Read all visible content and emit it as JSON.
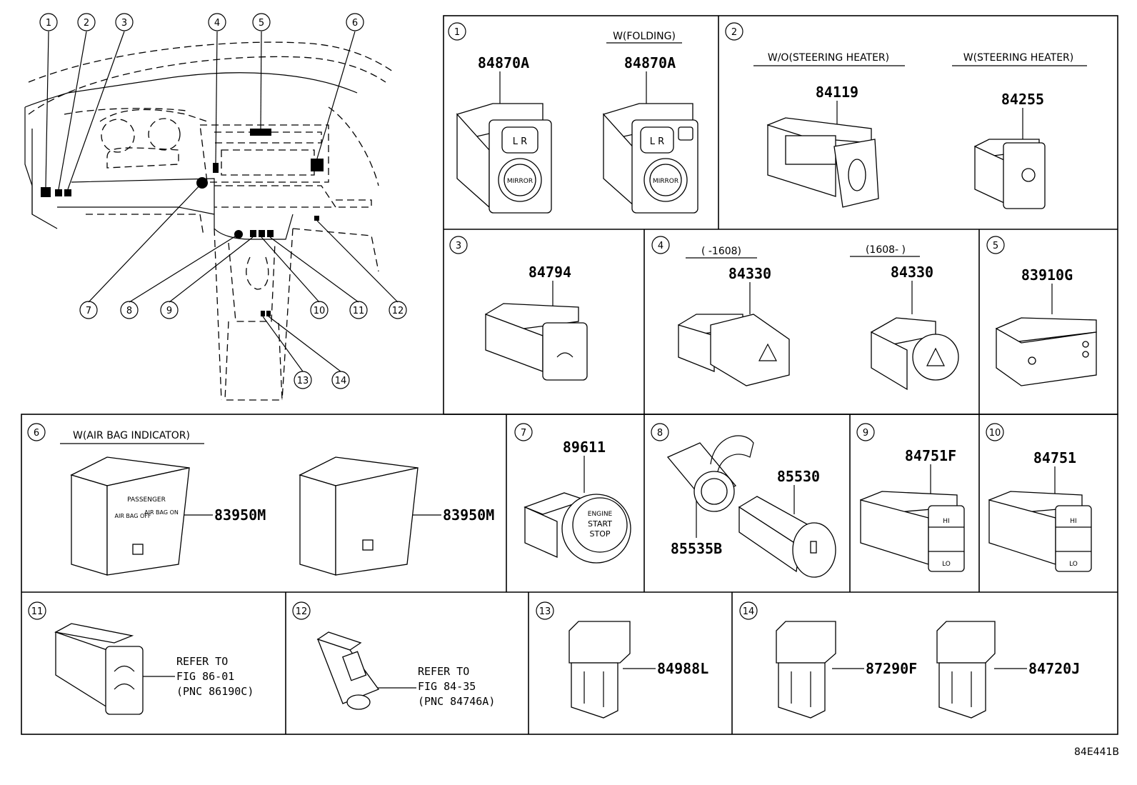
{
  "footer_code": "84E441B",
  "overview_callouts": [
    "1",
    "2",
    "3",
    "4",
    "5",
    "6",
    "7",
    "8",
    "9",
    "10",
    "11",
    "12",
    "13",
    "14"
  ],
  "panels": [
    {
      "index": "1",
      "variants": [
        {
          "condition": "",
          "part_number": "84870A"
        },
        {
          "condition": "W(FOLDING)",
          "part_number": "84870A"
        }
      ],
      "switch_text": {
        "lr": "L  R",
        "mirror": "MIRROR"
      }
    },
    {
      "index": "2",
      "variants": [
        {
          "condition": "W/O(STEERING HEATER)",
          "part_number": "84119"
        },
        {
          "condition": "W(STEERING HEATER)",
          "part_number": "84255"
        }
      ]
    },
    {
      "index": "3",
      "variants": [
        {
          "condition": "",
          "part_number": "84794"
        }
      ]
    },
    {
      "index": "4",
      "variants": [
        {
          "condition": "(      -1608)",
          "part_number": "84330"
        },
        {
          "condition": "(1608-      )",
          "part_number": "84330"
        }
      ]
    },
    {
      "index": "5",
      "variants": [
        {
          "condition": "",
          "part_number": "83910G"
        }
      ]
    },
    {
      "index": "6",
      "variants": [
        {
          "condition": "W(AIR BAG INDICATOR)",
          "part_number": "83950M"
        },
        {
          "condition": "",
          "part_number": "83950M"
        }
      ],
      "indicator_text": {
        "passenger": "PASSENGER",
        "airbag_off": "AIR BAG OFF",
        "airbag_on": "AIR BAG ON"
      }
    },
    {
      "index": "7",
      "variants": [
        {
          "condition": "",
          "part_number": "89611"
        }
      ],
      "button_text": {
        "line1": "ENGINE",
        "line2": "START",
        "line3": "STOP"
      }
    },
    {
      "index": "8",
      "variants": [
        {
          "condition": "",
          "part_number": "85530"
        },
        {
          "condition": "",
          "part_number": "85535B"
        }
      ]
    },
    {
      "index": "9",
      "variants": [
        {
          "condition": "",
          "part_number": "84751F"
        }
      ],
      "switch_text": {
        "hi": "HI",
        "lo": "LO"
      }
    },
    {
      "index": "10",
      "variants": [
        {
          "condition": "",
          "part_number": "84751"
        }
      ],
      "switch_text": {
        "hi": "HI",
        "lo": "LO"
      }
    },
    {
      "index": "11",
      "refer": {
        "line1": "REFER TO",
        "line2": "FIG 86-01",
        "line3": "(PNC 86190C)"
      }
    },
    {
      "index": "12",
      "refer": {
        "line1": "REFER TO",
        "line2": "FIG 84-35",
        "line3": "(PNC 84746A)"
      }
    },
    {
      "index": "13",
      "variants": [
        {
          "condition": "",
          "part_number": "84988L"
        }
      ]
    },
    {
      "index": "14",
      "variants": [
        {
          "condition": "",
          "part_number": "87290F"
        },
        {
          "condition": "",
          "part_number": "84720J"
        }
      ]
    }
  ]
}
